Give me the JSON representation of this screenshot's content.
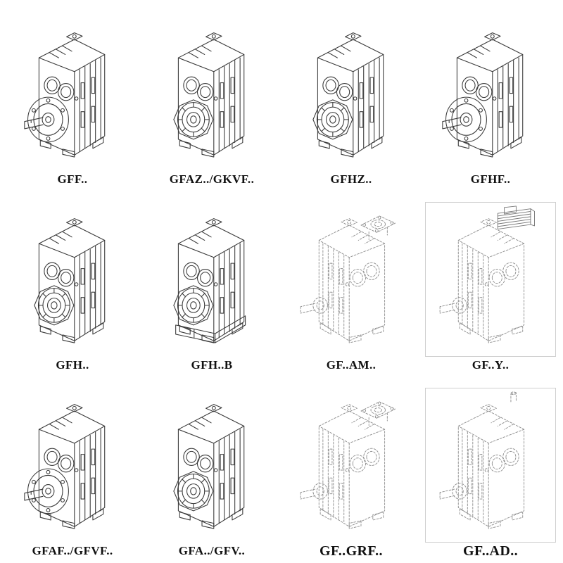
{
  "page": {
    "background": "#ffffff",
    "line_color": "#3a3a3a",
    "phantom_line_color": "#8f8f8f",
    "label_color": "#111111"
  },
  "cells": [
    {
      "label": "GFF..",
      "symbol": "#gb-flange",
      "drawing": "helical-gearbox-output-flange-icon"
    },
    {
      "label": "GFAZ../GKVF..",
      "symbol": "#gb-rings",
      "drawing": "helical-gearbox-hollow-shaft-icon"
    },
    {
      "label": "GFHZ..",
      "symbol": "#gb-rings",
      "drawing": "helical-gearbox-shrink-disc-icon"
    },
    {
      "label": "GFHF..",
      "symbol": "#gb-flange",
      "drawing": "helical-gearbox-flange-mounted-icon"
    },
    {
      "label": "GFH..",
      "symbol": "#gb-rings",
      "drawing": "helical-gearbox-hollow-shaft-icon"
    },
    {
      "label": "GFH..B",
      "symbol": "#gb-rings-foot",
      "drawing": "helical-gearbox-hollow-shaft-foot-icon"
    },
    {
      "label": "GF..AM..",
      "symbol": "#gb-phantom-adapter",
      "drawing": "helical-gearbox-iec-adapter-phantom-icon"
    },
    {
      "label": "GF..Y..",
      "symbol": "#gb-phantom-motor",
      "drawing": "helical-gearmotor-with-motor-phantom-icon",
      "framed": true
    },
    {
      "label": "GFAF../GFVF..",
      "symbol": "#gb-flange",
      "drawing": "helical-gearbox-output-flange-icon"
    },
    {
      "label": "GFA../GFV..",
      "symbol": "#gb-rings",
      "drawing": "helical-gearbox-hollow-shaft-icon"
    },
    {
      "label": "GF..GRF..",
      "symbol": "#gb-phantom-adapter",
      "drawing": "helical-gearbox-adapter-box-phantom-icon"
    },
    {
      "label": "GF..AD..",
      "symbol": "#gb-phantom",
      "drawing": "helical-gearbox-input-shaft-phantom-icon",
      "framed": true
    }
  ]
}
